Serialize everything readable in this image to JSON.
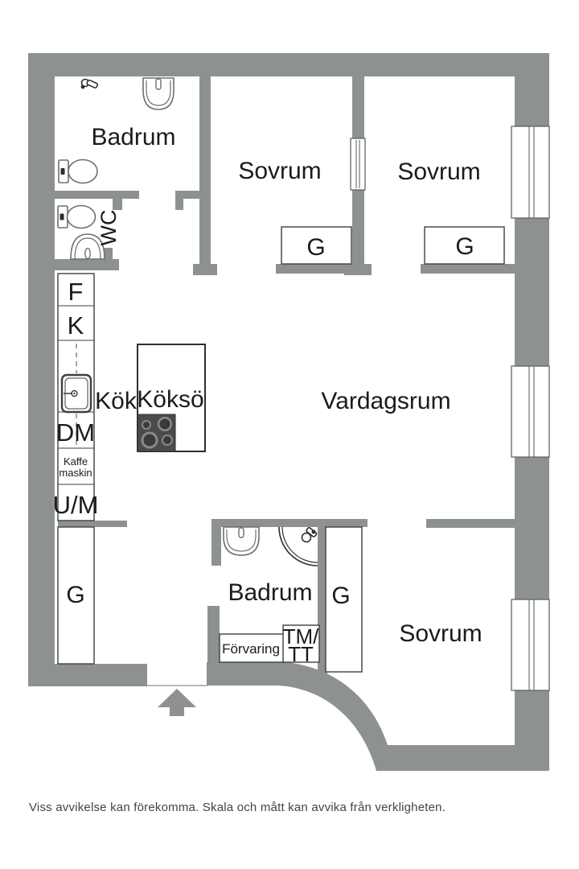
{
  "colors": {
    "wall": "#8d9191",
    "thin_line": "#3f3f3f",
    "stove": "#4b4b4b",
    "label_text": "#1b1b1b",
    "footer_text": "#3f454a",
    "background": "#ffffff"
  },
  "rooms": {
    "bathroom_top": "Badrum",
    "wc": "WC",
    "bedroom_top_left": "Sovrum",
    "bedroom_top_right": "Sovrum",
    "living_room": "Vardagsrum",
    "kitchen": "Kök",
    "kitchen_island": "Köksö",
    "bathroom_bottom": "Badrum",
    "bedroom_bottom": "Sovrum",
    "storage": "Förvaring"
  },
  "closets": {
    "g_bedroom_top_left": "G",
    "g_bedroom_top_right": "G",
    "g_hall": "G",
    "g_bathroom": "G"
  },
  "kitchen_units": {
    "fridge": "F",
    "freezer": "K",
    "dishwasher": "DM",
    "coffee_machine_line1": "Kaffe",
    "coffee_machine_line2": "maskin",
    "oven_microwave": "U/M"
  },
  "laundry": {
    "washer_line1": "TM/",
    "washer_line2": "TT"
  },
  "footer": {
    "disclaimer": "Viss avvikelse kan förekomma. Skala och mått kan avvika från verkligheten."
  }
}
